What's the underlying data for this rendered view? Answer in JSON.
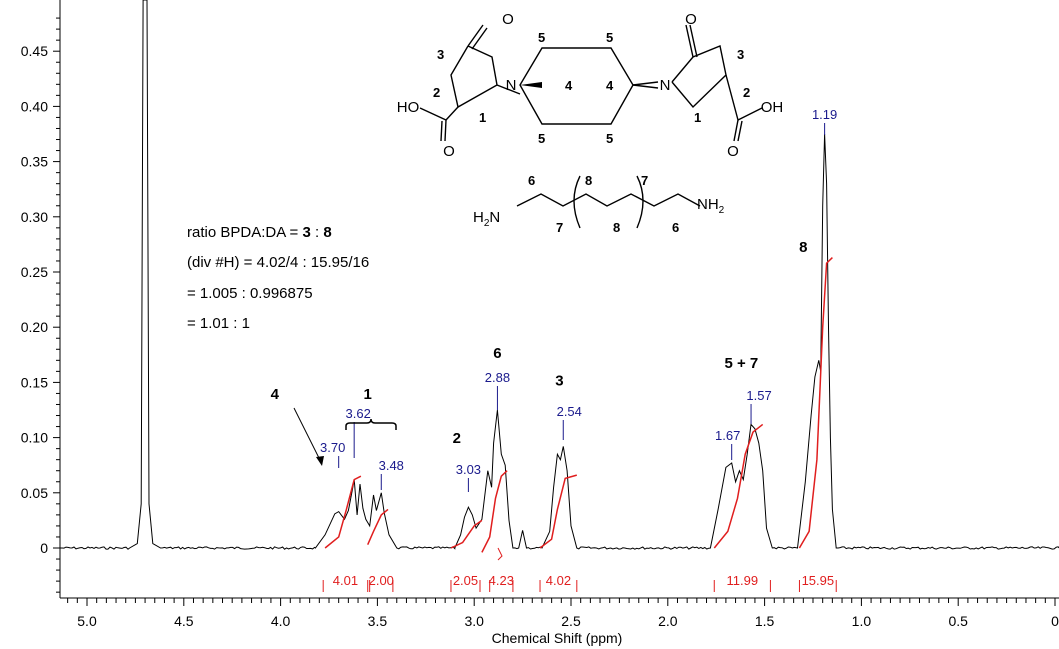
{
  "chart_data": {
    "type": "line",
    "xlabel": "Chemical Shift (ppm)",
    "ylabel": "",
    "xlim": [
      5.0,
      0.0
    ],
    "ylim": [
      -0.045,
      0.485
    ],
    "x_reversed": true,
    "x_ticks": [
      "5.0",
      "4.5",
      "4.0",
      "3.5",
      "3.0",
      "2.5",
      "2.0",
      "1.5",
      "1.0",
      "0.5",
      "0"
    ],
    "x_tick_values": [
      5.0,
      4.5,
      4.0,
      3.5,
      3.0,
      2.5,
      2.0,
      1.5,
      1.0,
      0.5,
      0.0
    ],
    "y_ticks": [
      "0",
      "0.05",
      "0.10",
      "0.15",
      "0.20",
      "0.25",
      "0.30",
      "0.35",
      "0.40",
      "0.45"
    ],
    "y_tick_values": [
      0,
      0.05,
      0.1,
      0.15,
      0.2,
      0.25,
      0.3,
      0.35,
      0.4,
      0.45
    ],
    "series": [
      {
        "color": "#000000",
        "points": [
          [
            5.2,
            0.0
          ],
          [
            4.78,
            0.0
          ],
          [
            4.74,
            0.004
          ],
          [
            4.72,
            0.04
          ],
          [
            4.71,
            0.5
          ],
          [
            4.69,
            0.5
          ],
          [
            4.68,
            0.04
          ],
          [
            4.66,
            0.004
          ],
          [
            4.62,
            0.0
          ],
          [
            3.82,
            0.0
          ],
          [
            3.77,
            0.012
          ],
          [
            3.72,
            0.031
          ],
          [
            3.7,
            0.033
          ],
          [
            3.67,
            0.026
          ],
          [
            3.65,
            0.034
          ],
          [
            3.63,
            0.052
          ],
          [
            3.62,
            0.062
          ],
          [
            3.605,
            0.03
          ],
          [
            3.59,
            0.058
          ],
          [
            3.575,
            0.036
          ],
          [
            3.56,
            0.026
          ],
          [
            3.54,
            0.02
          ],
          [
            3.52,
            0.048
          ],
          [
            3.505,
            0.034
          ],
          [
            3.48,
            0.05
          ],
          [
            3.465,
            0.032
          ],
          [
            3.44,
            0.012
          ],
          [
            3.4,
            0.0
          ],
          [
            3.1,
            0.0
          ],
          [
            3.07,
            0.012
          ],
          [
            3.05,
            0.028
          ],
          [
            3.03,
            0.037
          ],
          [
            3.01,
            0.03
          ],
          [
            2.99,
            0.018
          ],
          [
            2.96,
            0.026
          ],
          [
            2.93,
            0.07
          ],
          [
            2.91,
            0.055
          ],
          [
            2.9,
            0.095
          ],
          [
            2.88,
            0.125
          ],
          [
            2.86,
            0.085
          ],
          [
            2.84,
            0.075
          ],
          [
            2.82,
            0.025
          ],
          [
            2.8,
            0.0
          ],
          [
            2.77,
            0.0
          ],
          [
            2.75,
            0.016
          ],
          [
            2.73,
            0.0
          ],
          [
            2.65,
            0.0
          ],
          [
            2.61,
            0.015
          ],
          [
            2.59,
            0.055
          ],
          [
            2.57,
            0.085
          ],
          [
            2.555,
            0.08
          ],
          [
            2.54,
            0.092
          ],
          [
            2.52,
            0.07
          ],
          [
            2.5,
            0.02
          ],
          [
            2.47,
            0.0
          ],
          [
            1.78,
            0.0
          ],
          [
            1.74,
            0.035
          ],
          [
            1.7,
            0.073
          ],
          [
            1.67,
            0.077
          ],
          [
            1.65,
            0.06
          ],
          [
            1.63,
            0.07
          ],
          [
            1.61,
            0.062
          ],
          [
            1.59,
            0.085
          ],
          [
            1.57,
            0.112
          ],
          [
            1.55,
            0.108
          ],
          [
            1.53,
            0.095
          ],
          [
            1.51,
            0.07
          ],
          [
            1.49,
            0.018
          ],
          [
            1.46,
            0.0
          ],
          [
            1.33,
            0.0
          ],
          [
            1.29,
            0.06
          ],
          [
            1.26,
            0.12
          ],
          [
            1.24,
            0.155
          ],
          [
            1.22,
            0.17
          ],
          [
            1.21,
            0.16
          ],
          [
            1.2,
            0.31
          ],
          [
            1.19,
            0.375
          ],
          [
            1.18,
            0.33
          ],
          [
            1.17,
            0.2
          ],
          [
            1.16,
            0.1
          ],
          [
            1.15,
            0.035
          ],
          [
            1.13,
            0.0
          ],
          [
            -0.1,
            0.0
          ]
        ]
      },
      {
        "color": "#e01e1e",
        "segments": [
          [
            [
              3.77,
              0.0
            ],
            [
              3.7,
              0.01
            ],
            [
              3.66,
              0.035
            ],
            [
              3.62,
              0.062
            ],
            [
              3.585,
              0.065
            ]
          ],
          [
            [
              3.55,
              0.003
            ],
            [
              3.52,
              0.015
            ],
            [
              3.48,
              0.03
            ],
            [
              3.445,
              0.035
            ]
          ],
          [
            [
              3.12,
              0.0
            ],
            [
              3.06,
              0.005
            ],
            [
              3.0,
              0.02
            ],
            [
              2.96,
              0.025
            ]
          ],
          [
            [
              2.96,
              -0.004
            ],
            [
              2.92,
              0.01
            ],
            [
              2.89,
              0.045
            ],
            [
              2.86,
              0.065
            ],
            [
              2.83,
              0.07
            ]
          ],
          [
            [
              2.66,
              0.0
            ],
            [
              2.6,
              0.008
            ],
            [
              2.57,
              0.035
            ],
            [
              2.53,
              0.063
            ],
            [
              2.47,
              0.066
            ]
          ],
          [
            [
              1.76,
              0.0
            ],
            [
              1.69,
              0.015
            ],
            [
              1.64,
              0.045
            ],
            [
              1.6,
              0.085
            ],
            [
              1.56,
              0.105
            ],
            [
              1.51,
              0.112
            ]
          ],
          [
            [
              1.32,
              0.0
            ],
            [
              1.27,
              0.015
            ],
            [
              1.23,
              0.08
            ],
            [
              1.2,
              0.2
            ],
            [
              1.18,
              0.258
            ],
            [
              1.15,
              0.263
            ]
          ]
        ]
      }
    ],
    "peak_labels": [
      {
        "x": 3.7,
        "text": "3.70"
      },
      {
        "x": 3.62,
        "text": "3.62"
      },
      {
        "x": 3.48,
        "text": "3.48"
      },
      {
        "x": 3.03,
        "text": "3.03"
      },
      {
        "x": 2.88,
        "text": "2.88"
      },
      {
        "x": 2.54,
        "text": "2.54"
      },
      {
        "x": 1.67,
        "text": "1.67"
      },
      {
        "x": 1.57,
        "text": "1.57"
      },
      {
        "x": 1.19,
        "text": "1.19"
      }
    ],
    "integrals": [
      {
        "from": 3.78,
        "to": 3.55,
        "text": "4.01"
      },
      {
        "from": 3.54,
        "to": 3.42,
        "text": "2.00"
      },
      {
        "from": 3.12,
        "to": 2.97,
        "text": "2.05"
      },
      {
        "from": 2.92,
        "to": 2.8,
        "text": "4.23"
      },
      {
        "from": 2.66,
        "to": 2.47,
        "text": "4.02"
      },
      {
        "from": 1.76,
        "to": 1.47,
        "text": "11.99"
      },
      {
        "from": 1.32,
        "to": 1.13,
        "text": "15.95"
      }
    ],
    "assignments": [
      {
        "text": "4",
        "x": 4.03,
        "y": 0.135
      },
      {
        "text": "1",
        "x": 3.55,
        "y": 0.135
      },
      {
        "text": "2",
        "x": 3.09,
        "y": 0.095
      },
      {
        "text": "6",
        "x": 2.88,
        "y": 0.172
      },
      {
        "text": "3",
        "x": 2.56,
        "y": 0.147
      },
      {
        "text": "5 + 7",
        "x": 1.62,
        "y": 0.163
      },
      {
        "text": "8",
        "x": 1.3,
        "y": 0.268
      }
    ],
    "info_lines": [
      {
        "plain": "ratio BPDA:DA = ",
        "bold1": "3",
        "sep": " : ",
        "bold2": "8"
      },
      {
        "plain": "(div #H) = 4.02/4 : 15.95/16"
      },
      {
        "plain": "= 1.005 : 0.996875"
      },
      {
        "plain": "= 1.01 : 1"
      }
    ],
    "structure": {
      "bpda": {
        "carbonyl_o": "O",
        "acid_left": "HO",
        "acid_right": "OH",
        "acid_o": "O",
        "nitrogen": "N",
        "numbers": [
          "1",
          "2",
          "3",
          "4",
          "5"
        ]
      },
      "diamine": {
        "left": "H",
        "left_sub": "2",
        "left_n": "N",
        "right": "NH",
        "right_sub": "2",
        "numbers": [
          "6",
          "7",
          "8"
        ]
      }
    }
  }
}
